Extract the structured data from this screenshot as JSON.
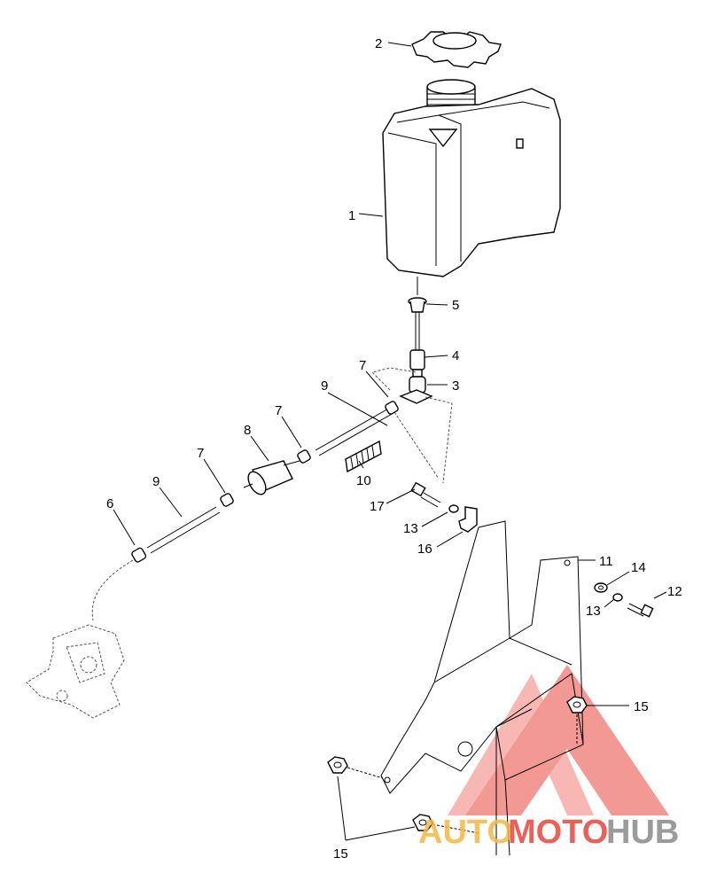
{
  "labels": {
    "l1": "1",
    "l2": "2",
    "l3": "3",
    "l4": "4",
    "l5": "5",
    "l6": "6",
    "l7a": "7",
    "l7b": "7",
    "l7c": "7",
    "l8": "8",
    "l9a": "9",
    "l9b": "9",
    "l10": "10",
    "l11": "11",
    "l12": "12",
    "l13a": "13",
    "l13b": "13",
    "l14": "14",
    "l15a": "15",
    "l15b": "15",
    "l16": "16",
    "l17": "17"
  },
  "watermark": {
    "part1": "AUTO",
    "part2": "MOTO",
    "part3": "HUB",
    "color_red": "#e8463c",
    "color_orange": "#f5b843",
    "color_gray": "#8a8a8a"
  }
}
